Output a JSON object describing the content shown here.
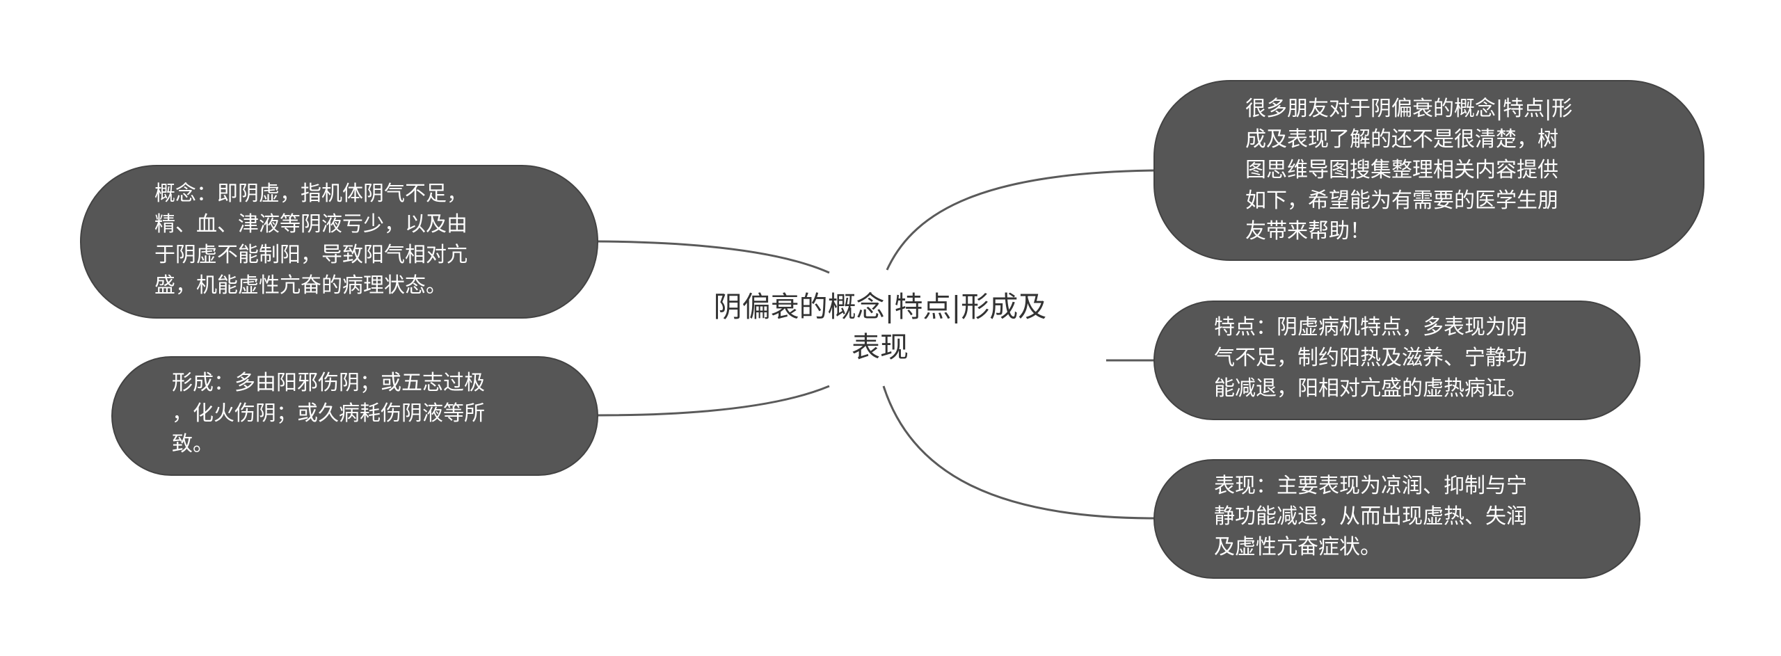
{
  "center": {
    "title": "阴偏衰的概念|特点|形成及\n表现"
  },
  "branches": {
    "intro": "很多朋友对于阴偏衰的概念|特点|形\n成及表现了解的还不是很清楚，树\n图思维导图搜集整理相关内容提供\n如下，希望能为有需要的医学生朋\n友带来帮助！",
    "concept": "概念：即阴虚，指机体阴气不足，\n精、血、津液等阴液亏少，以及由\n于阴虚不能制阳，导致阳气相对亢\n盛，机能虚性亢奋的病理状态。",
    "formation": "形成：多由阳邪伤阴；或五志过极\n，化火伤阴；或久病耗伤阴液等所\n致。",
    "features": "特点：阴虚病机特点，多表现为阴\n气不足，制约阳热及滋养、宁静功\n能减退，阳相对亢盛的虚热病证。",
    "manifestation": "表现：主要表现为凉润、抑制与宁\n静功能减退，从而出现虚热、失润\n及虚性亢奋症状。"
  },
  "colors": {
    "node_fill": "#565656",
    "node_border": "#434343",
    "node_text": "#ffffff",
    "connector": "#5a5a5a",
    "center_text": "#333333",
    "background": "#ffffff"
  }
}
